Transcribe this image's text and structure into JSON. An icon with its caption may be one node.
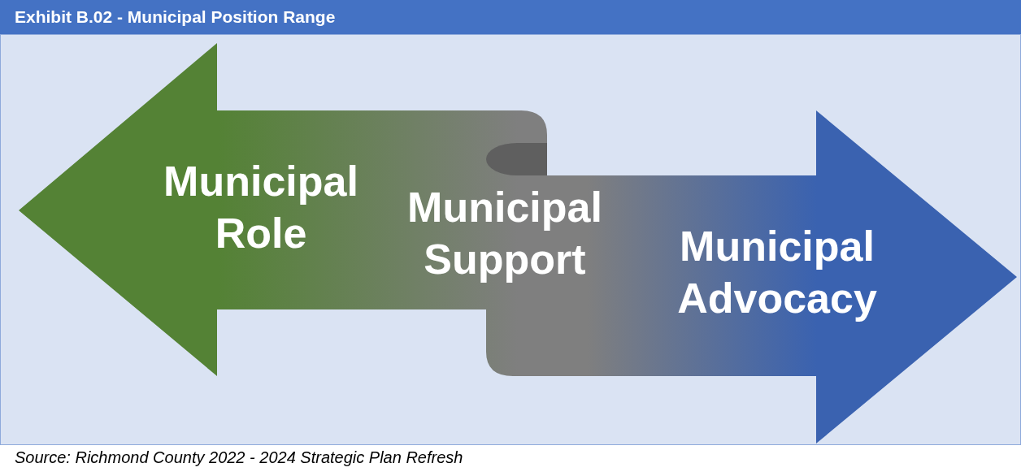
{
  "diagram": {
    "title": "Exhibit B.02 - Municipal Position Range",
    "caption": "Source: Richmond County 2022 - 2024 Strategic Plan Refresh",
    "nodes": [
      {
        "text": [
          "Municipal Role",
          "Municipal Support",
          "Municipal Advocacy"
        ]
      }
    ]
  }
}
